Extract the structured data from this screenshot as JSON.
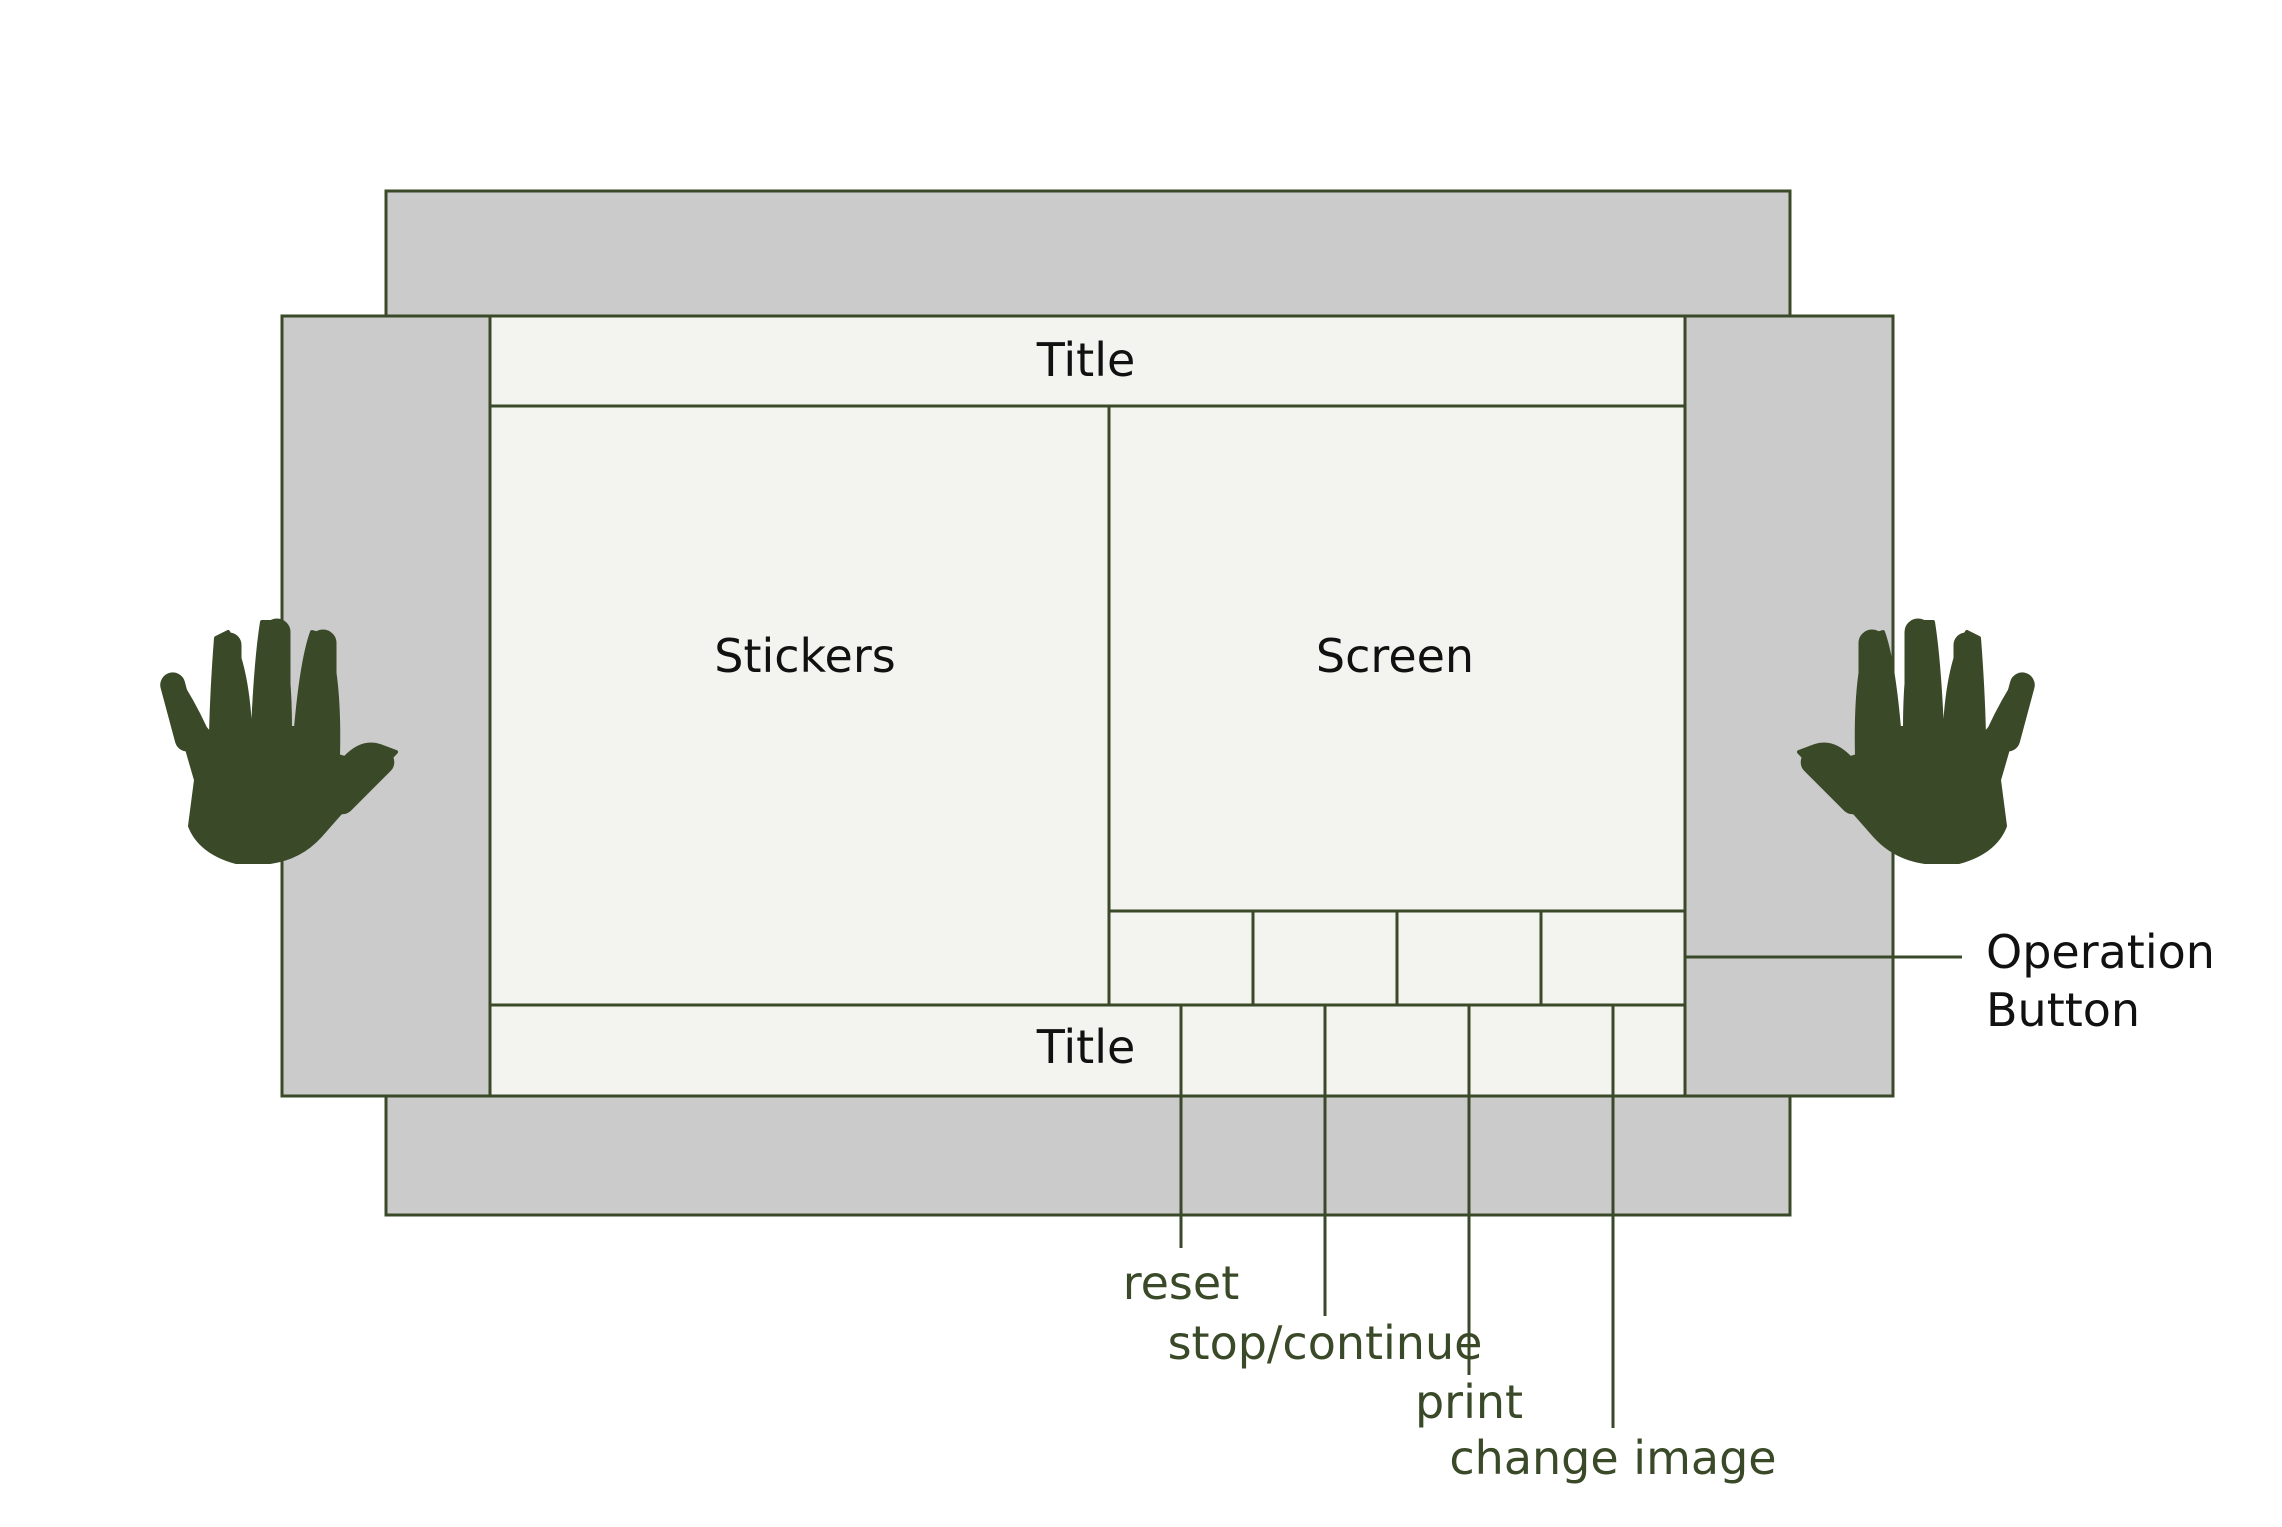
{
  "colors": {
    "outline": "#3a4a28",
    "frame": "#cbcbcb",
    "panel": "#f3f4ef",
    "hand": "#3a4a28",
    "text": "#111111",
    "annotation_text": "#3a4a28"
  },
  "icons": [
    "left-hand-icon",
    "right-hand-icon"
  ],
  "panels": {
    "title_top": "Title",
    "stickers": "Stickers",
    "screen": "Screen",
    "title_bottom": "Title"
  },
  "callouts": {
    "operation_button_line1": "Operation",
    "operation_button_line2": "Button",
    "reset": "reset",
    "stop_continue": "stop/continue",
    "print": "print",
    "change_image": "change image"
  }
}
